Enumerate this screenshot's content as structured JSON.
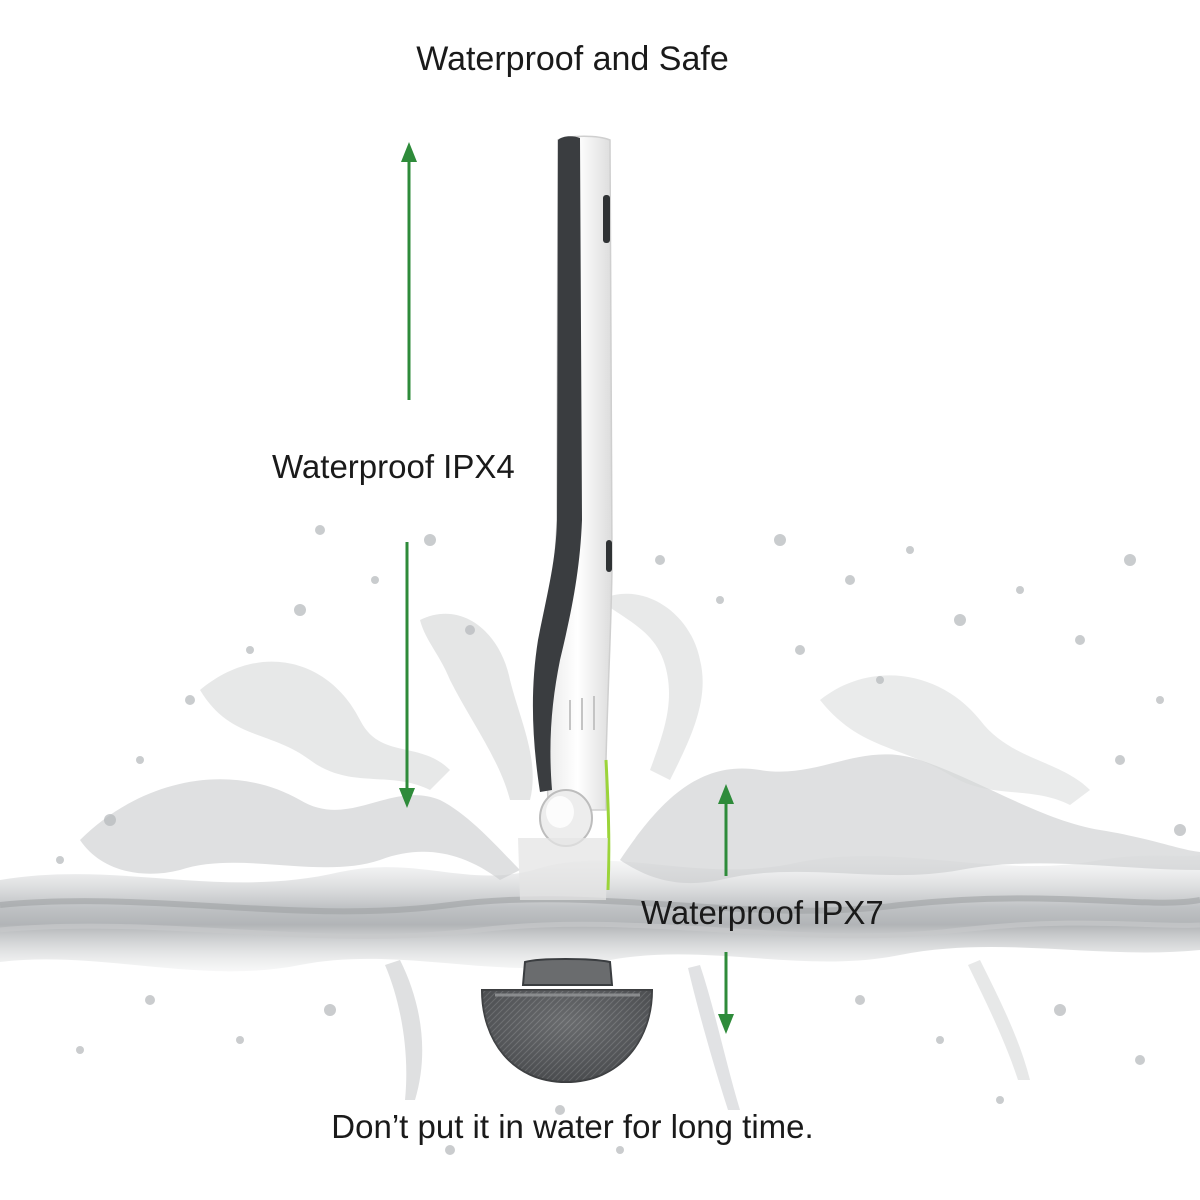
{
  "texts": {
    "title": "Waterproof and Safe",
    "ipx4": "Waterproof IPX4",
    "ipx7": "Waterproof IPX7",
    "caption": "Don’t put it in water for long time."
  },
  "colors": {
    "arrow": "#2e8b3a",
    "handle_white": "#f2f2f2",
    "handle_dark": "#3a3d40",
    "water": "#b9bcbf",
    "bristles": "#5a5c5e",
    "accent_line": "#9bd43a"
  },
  "icons": {
    "arrow_ipx4_up": "arrow-up-icon",
    "arrow_ipx4_down": "arrow-down-icon",
    "arrow_ipx7_up": "arrow-up-icon",
    "arrow_ipx7_down": "arrow-down-icon"
  }
}
